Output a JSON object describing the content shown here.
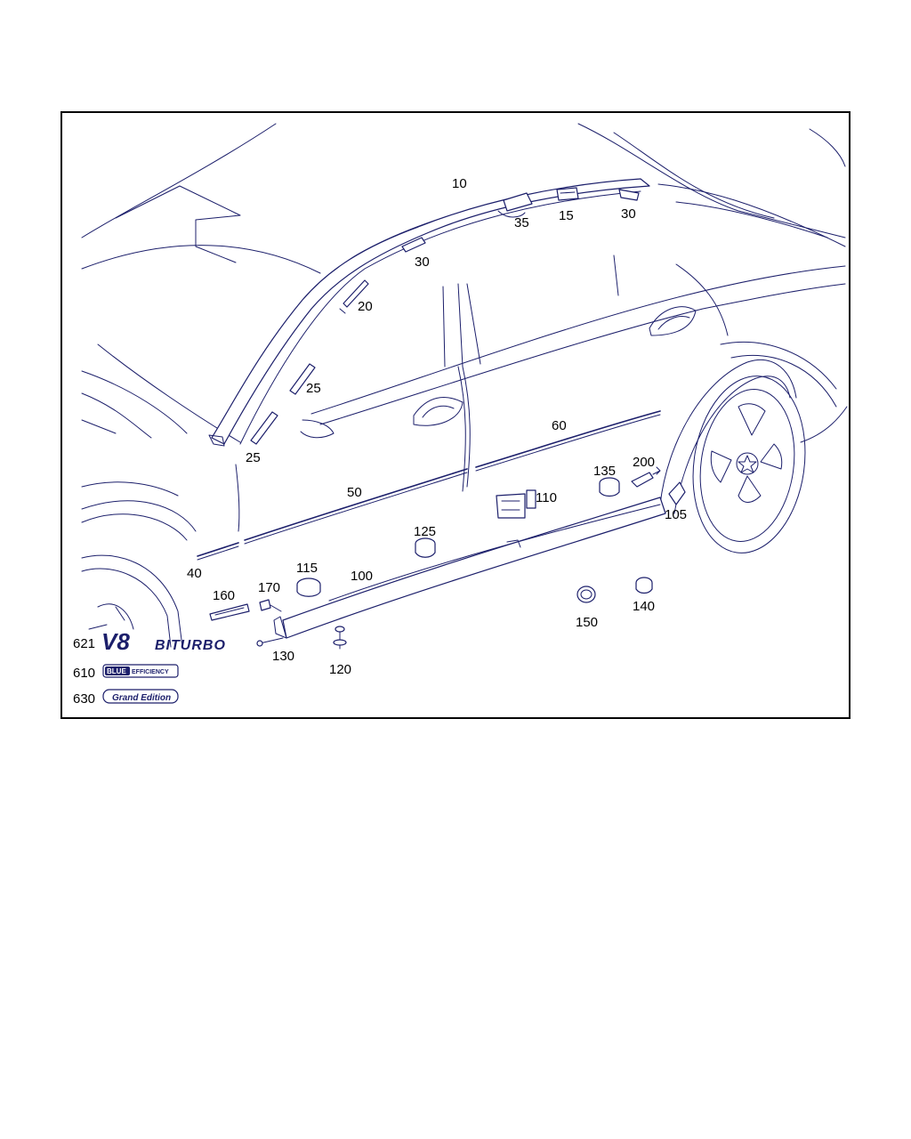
{
  "callouts": {
    "c10": "10",
    "c15": "15",
    "c20": "20",
    "c25a": "25",
    "c25b": "25",
    "c30a": "30",
    "c30b": "30",
    "c35": "35",
    "c40": "40",
    "c50": "50",
    "c60": "60",
    "c100": "100",
    "c105": "105",
    "c110": "110",
    "c115": "115",
    "c120": "120",
    "c125": "125",
    "c130": "130",
    "c135": "135",
    "c140": "140",
    "c150": "150",
    "c160": "160",
    "c170": "170",
    "c200": "200",
    "c621": "621",
    "c610": "610",
    "c630": "630"
  },
  "badges": {
    "v8": "V8",
    "biturbo": "BITURBO",
    "blue": "BLUE",
    "efficiency": "EFFICIENCY",
    "grand_edition": "Grand Edition"
  },
  "colors": {
    "line": "#1c1f6b",
    "frame": "#000000",
    "background": "#ffffff"
  }
}
